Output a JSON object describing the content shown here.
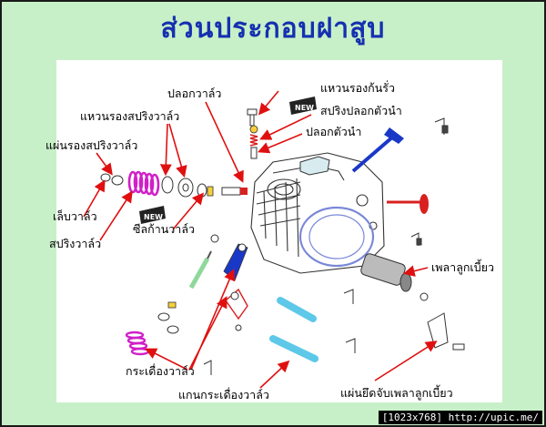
{
  "title": "ส่วนประกอบฝาสูบ",
  "labels": {
    "rocker_shaft_plug": "ปลอกวาล์ว",
    "valve_stem_seal": "แหวนรองก้นรั่ว",
    "valve_spring_retainer": "แหวนรองสปริงวาล์ว",
    "intake_valve_spring": "สปริงปลอกตัวนำ",
    "valve_spring_seat": "แผ่นรองสปริงวาล์ว",
    "guide_sleeve": "ปลอกตัวนำ",
    "valve_cotter": "เล็บวาล์ว",
    "valve_spring": "สปริงวาล์ว",
    "valve_stem_seal_2": "ซีลก้านวาล์ว",
    "camshaft": "เพลาลูกเบี้ยว",
    "rocker_arm": "กระเดื่องวาล์ว",
    "rocker_shaft": "แกนกระเดื่องวาล์ว",
    "camshaft_holder": "แผ่นยึดจับเพลาลูกเบี้ยว"
  },
  "badges": {
    "new": "NEW"
  },
  "footer": "[1023x768] http://upic.me/",
  "colors": {
    "title": "#1530b0",
    "arrow": "#e01010",
    "spring": "#d020c8",
    "valve_blue": "#1a38c8",
    "valve_red": "#d82020",
    "shaft_cyan": "#5ec8e8",
    "background": "#c8f0c8"
  }
}
